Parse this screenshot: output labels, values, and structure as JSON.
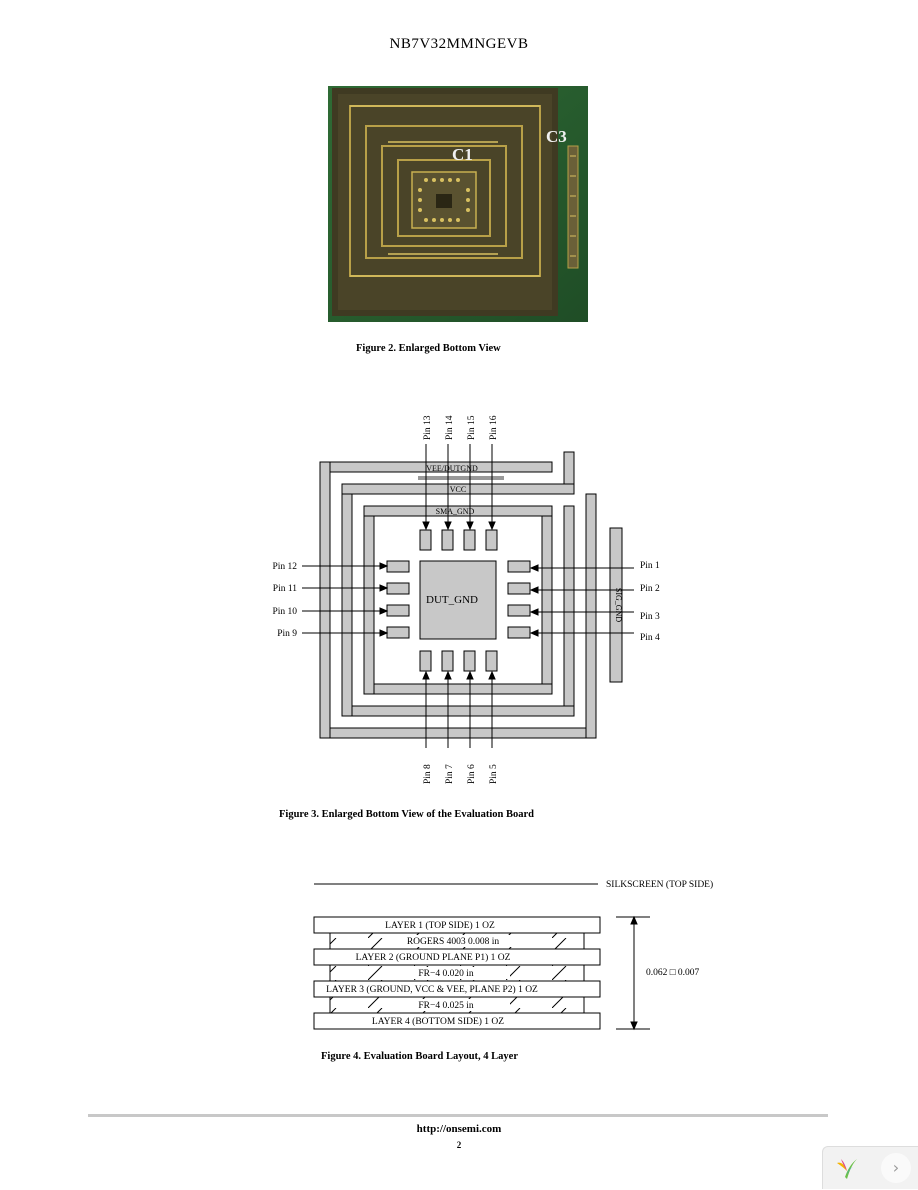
{
  "header": {
    "title": "NB7V32MMNGEVB"
  },
  "figure2": {
    "caption": "Figure 2. Enlarged Bottom View",
    "labels": {
      "c1": "C1",
      "c3": "C3"
    }
  },
  "figure3": {
    "caption": "Figure 3. Enlarged Bottom View of the Evaluation Board",
    "labels": {
      "vee_dut_gnd": "VEE/DUTGND",
      "vcc": "VCC",
      "sma_gnd": "SMA_GND",
      "dut_gnd": "DUT_GND",
      "sig_gnd": "SIG_GND"
    },
    "pins": {
      "top": [
        "Pin 13",
        "Pin 14",
        "Pin 15",
        "Pin 16"
      ],
      "bottom": [
        "Pin 8",
        "Pin 7",
        "Pin 6",
        "Pin 5"
      ],
      "left": [
        "Pin 12",
        "Pin 11",
        "Pin 10",
        "Pin 9"
      ],
      "right": [
        "Pin 1",
        "Pin 2",
        "Pin 3",
        "Pin 4"
      ]
    }
  },
  "figure4": {
    "caption": "Figure 4. Evaluation Board Layout, 4 Layer",
    "silkscreen": "SILKSCREEN (TOP SIDE)",
    "layers": [
      "LAYER 1 (TOP SIDE) 1 OZ",
      "ROGERS 4003 0.008 in",
      "LAYER 2 (GROUND PLANE P1) 1 OZ",
      "FR−4 0.020 in",
      "LAYER 3 (GROUND, VCC & VEE, PLANE P2) 1 OZ",
      "FR−4 0.025 in",
      "LAYER 4 (BOTTOM SIDE) 1 OZ"
    ],
    "thickness": "0.062 □ 0.007"
  },
  "footer": {
    "url": "http://onsemi.com",
    "page": "2"
  },
  "viewer": {
    "next_symbol": "›"
  }
}
